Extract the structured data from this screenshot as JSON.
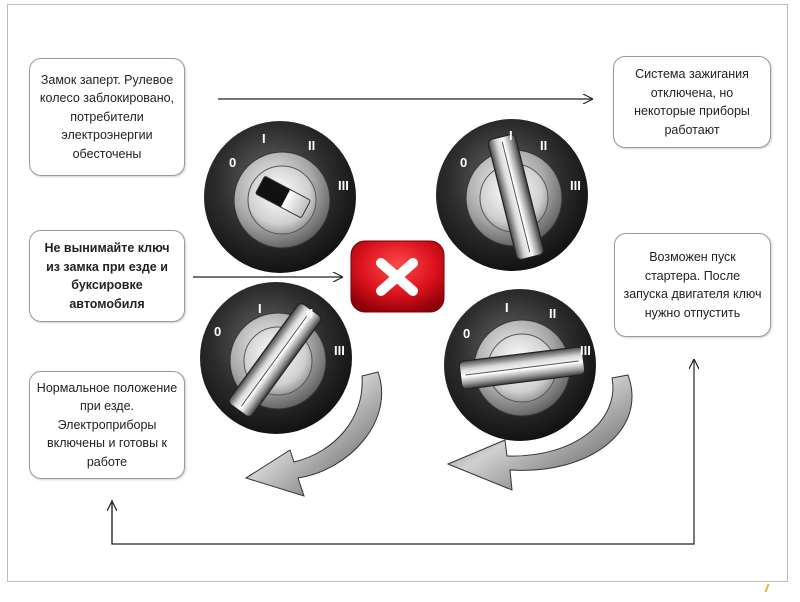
{
  "notes": {
    "locked": "Замок заперт. Рулевое колесо заблокировано, потребители электроэнергии обесточены",
    "ignition_off": "Система зажигания отключена, но некоторые приборы работают",
    "warning": "Не вынимайте ключ из замка при езде и буксировке автомобиля",
    "starter": "Возможен пуск стартера. После запуска двигателя ключ нужно отпустить",
    "driving": "Нормальное положение при езде. Электроприборы включены и готовы к работе"
  },
  "positions": {
    "zero": "0",
    "one": "I",
    "two": "II",
    "three": "III"
  },
  "colors": {
    "warning_red": "#d9101c",
    "arrow_line": "#222222",
    "note_border": "#9a9a9a"
  },
  "icons": {
    "warning": "close-icon"
  }
}
